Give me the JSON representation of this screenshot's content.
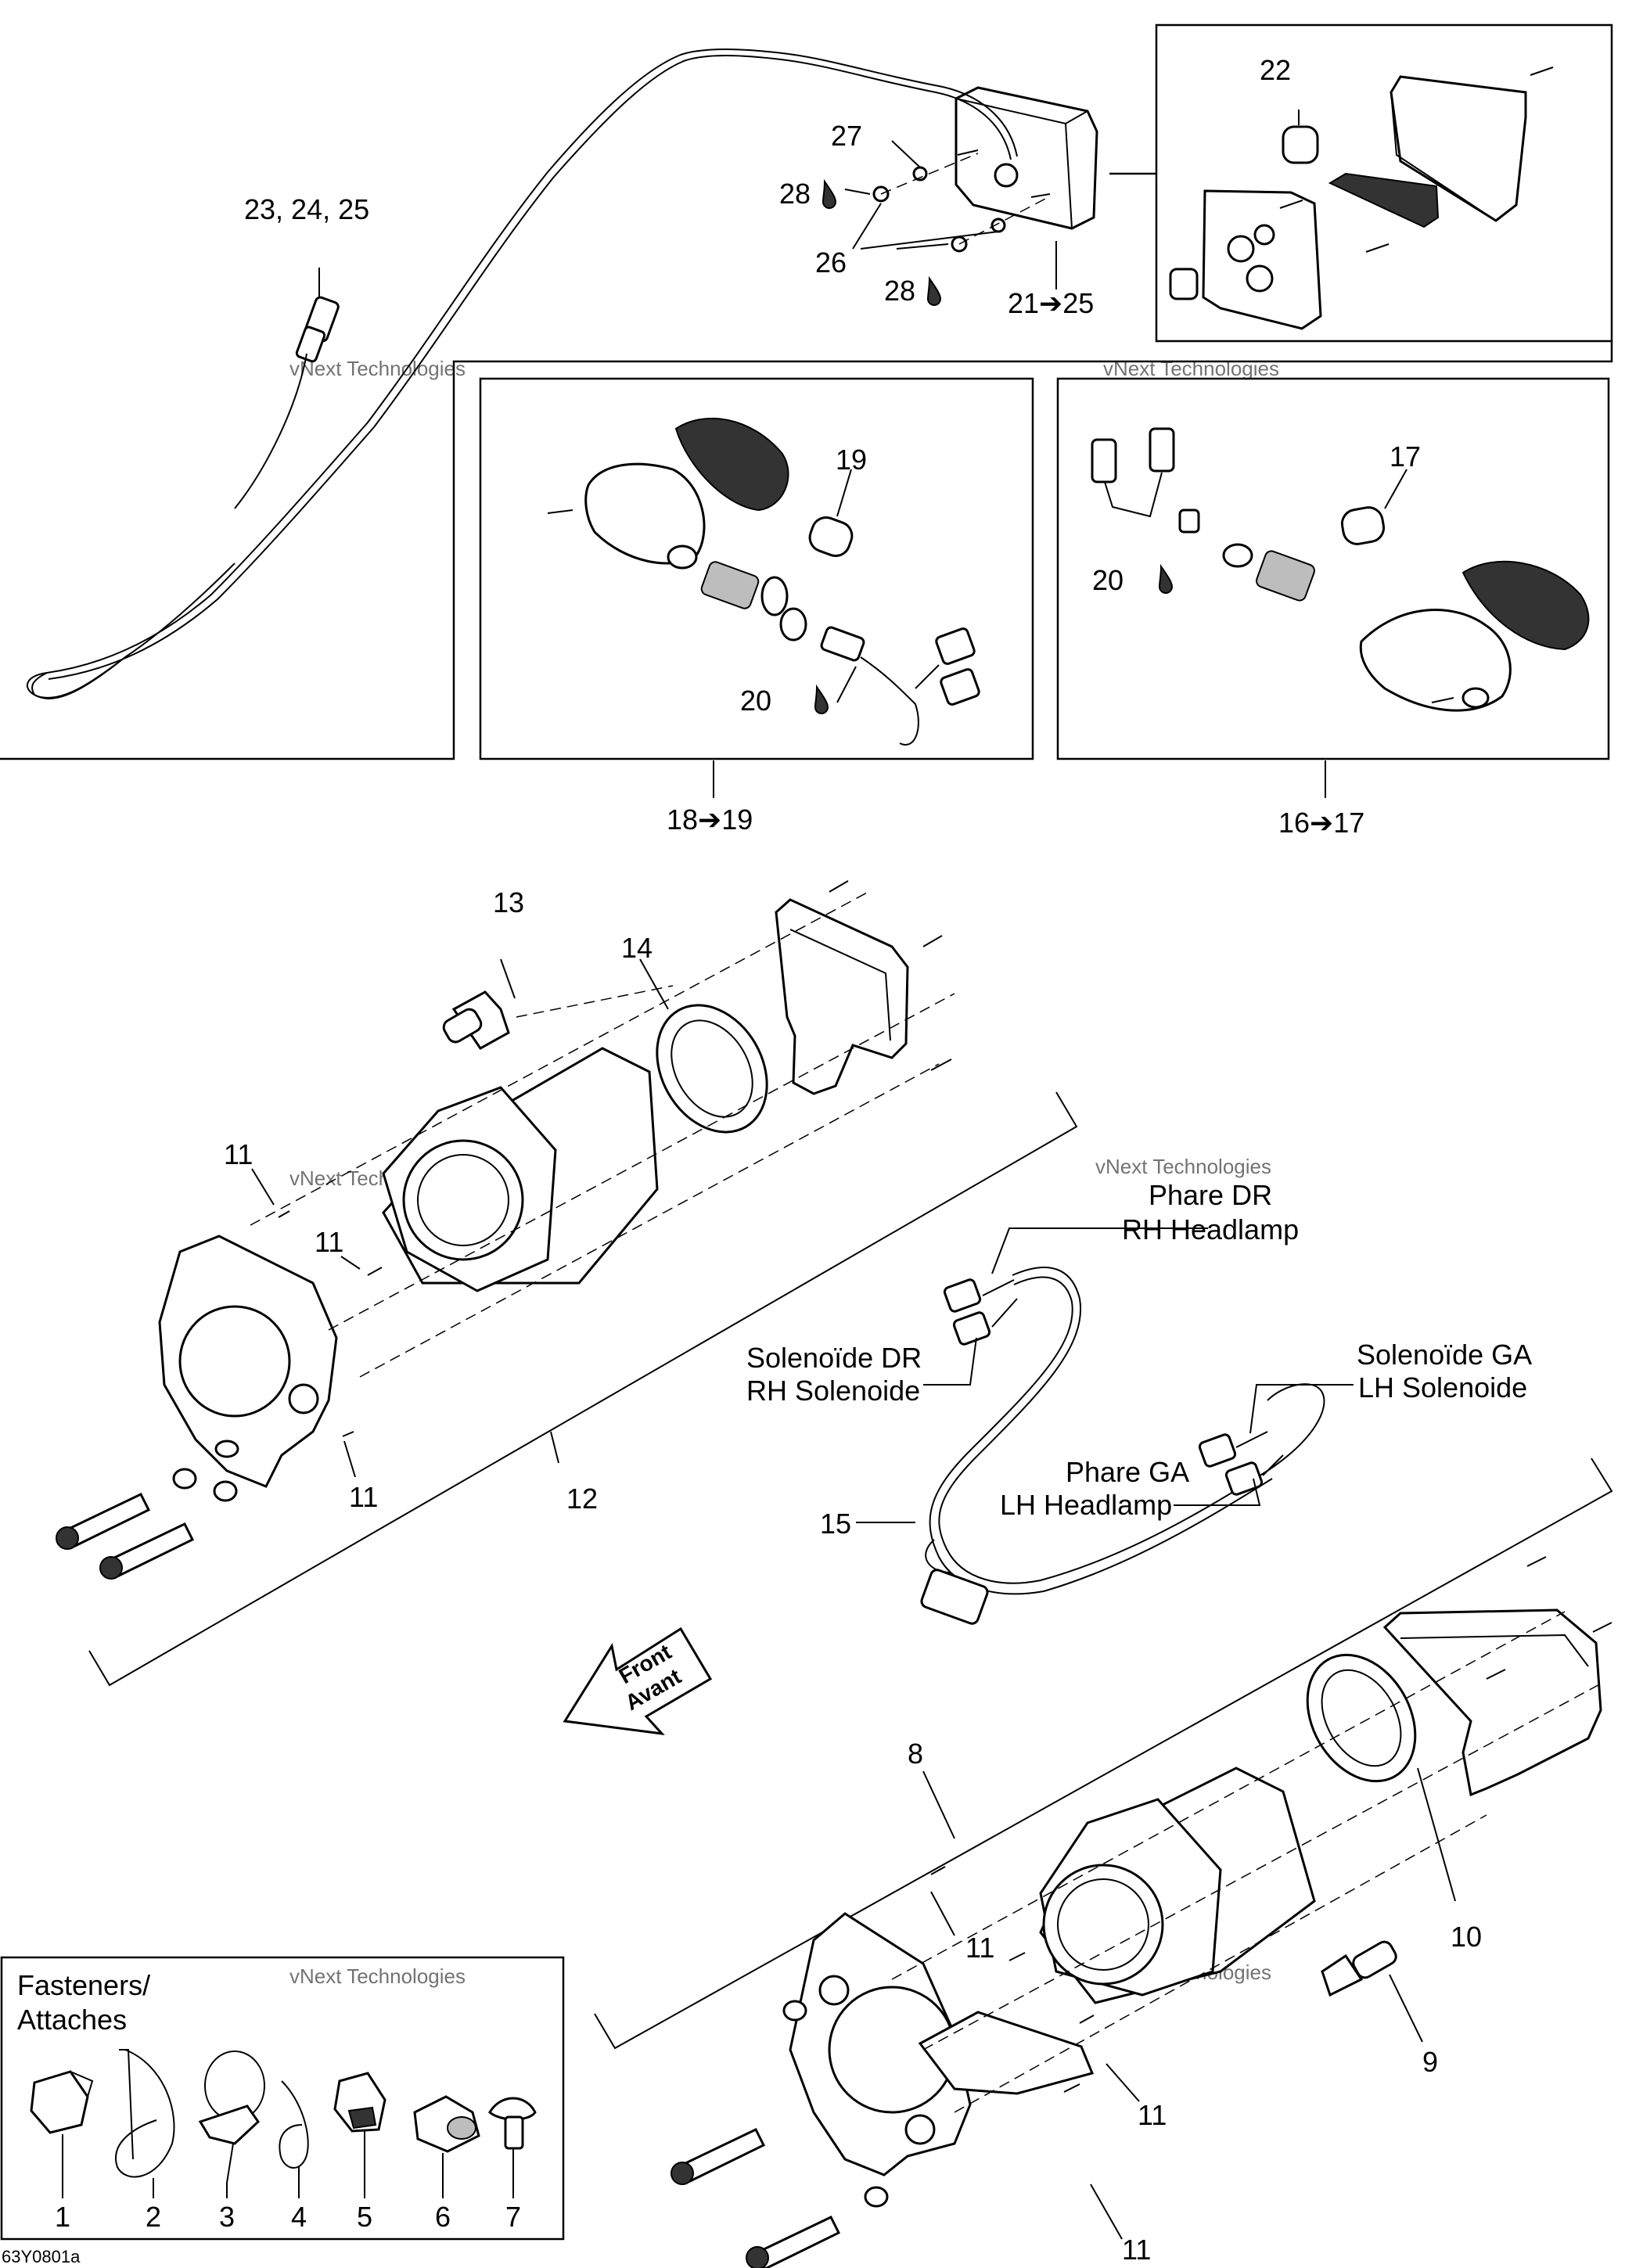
{
  "callouts": {
    "c22": "22",
    "c27": "27",
    "c28a": "28",
    "c26": "26",
    "c28b": "28",
    "c21_25": "21➔25",
    "c23_24_25": "23, 24, 25",
    "c19": "19",
    "c20a": "20",
    "c18_19": "18➔19",
    "c17": "17",
    "c20b": "20",
    "c16_17": "16➔17",
    "c13": "13",
    "c14": "14",
    "c11a": "11",
    "c11b": "11",
    "c11c": "11",
    "c12": "12",
    "c15": "15",
    "c8": "8",
    "c11d": "11",
    "c11e": "11",
    "c11f": "11",
    "c10": "10",
    "c9": "9"
  },
  "harness_labels": {
    "phare_dr": "Phare DR",
    "rh_headlamp": "RH Headlamp",
    "solenoide_dr": "Solenoïde DR",
    "rh_solenoide": "RH Solenoide",
    "solenoide_ga": "Solenoïde GA",
    "lh_solenoide": "LH Solenoide",
    "phare_ga": "Phare GA",
    "lh_headlamp": "LH Headlamp"
  },
  "front_arrow": {
    "line1": "Front",
    "line2": "Avant"
  },
  "fasteners": {
    "title_line1": "Fasteners/",
    "title_line2": "Attaches",
    "items": [
      "1",
      "2",
      "3",
      "4",
      "5",
      "6",
      "7"
    ]
  },
  "watermark": {
    "line1": "vNext Technologies",
    "line2": "Technologies",
    "line3": "vNext"
  },
  "drawing_code": "63Y0801a",
  "icons": {
    "adhesive": "drop-icon"
  }
}
